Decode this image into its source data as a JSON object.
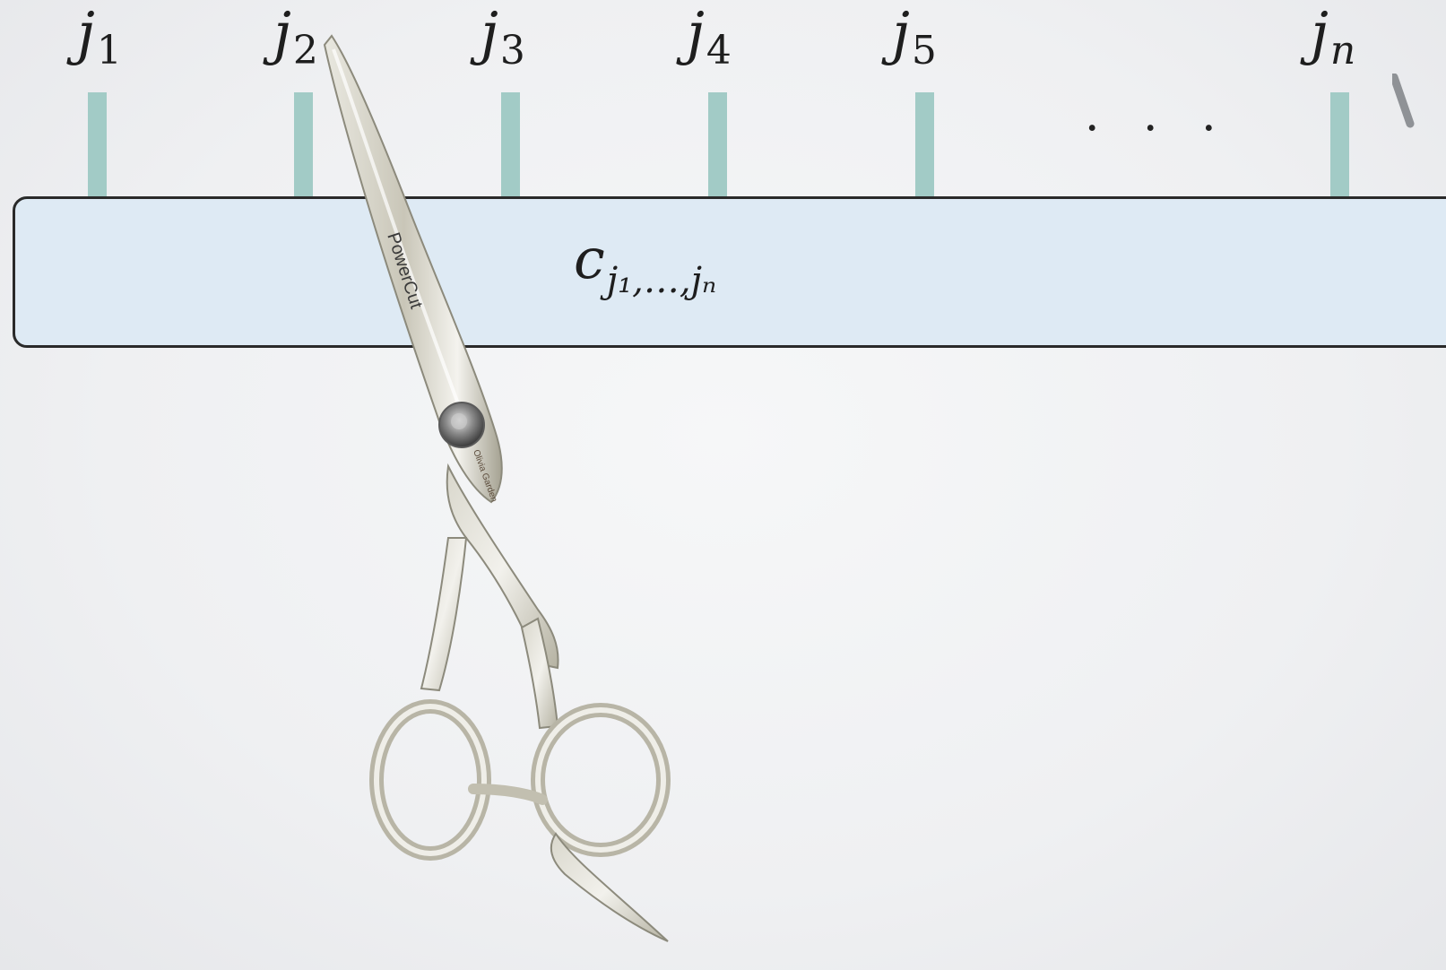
{
  "diagram": {
    "indices": [
      {
        "base": "j",
        "sub": "1"
      },
      {
        "base": "j",
        "sub": "2"
      },
      {
        "base": "j",
        "sub": "3"
      },
      {
        "base": "j",
        "sub": "4"
      },
      {
        "base": "j",
        "sub": "5"
      },
      {
        "base": "j",
        "sub": "n"
      }
    ],
    "ellipsis": "· · ·",
    "tensor": {
      "base": "c",
      "sub": "j₁,…,jₙ"
    },
    "colors": {
      "leg": "#a2cbc6",
      "tensor_fill": "#deeaf4",
      "tensor_border": "#2a2a2a",
      "background": "#f0f1f3"
    }
  },
  "scissors": {
    "icon": "scissors-icon",
    "blade_text": "PowerCut",
    "brand_text": "Olivia Garden"
  }
}
